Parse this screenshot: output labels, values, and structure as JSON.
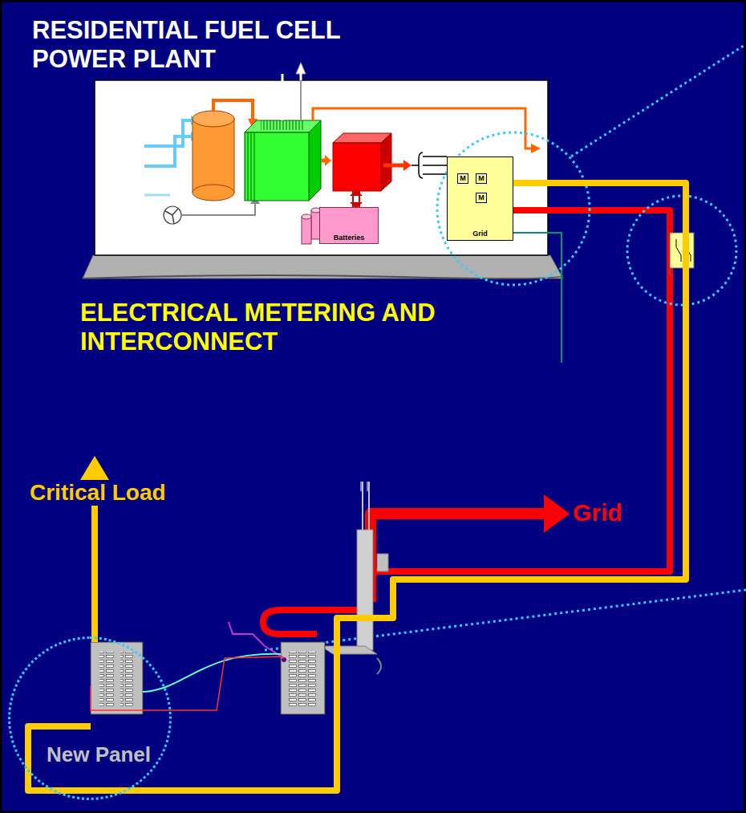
{
  "diagram": {
    "title": "RESIDENTIAL FUEL CELL POWER PLANT",
    "nodes": [
      {
        "text": [
          "Batteries"
        ]
      },
      {
        "text": [
          "Grid"
        ]
      },
      {
        "text": [
          "New Panel"
        ]
      }
    ],
    "edges": [
      {
        "from": 1,
        "to": 2,
        "arrow": "none"
      }
    ],
    "labels": [
      "M",
      "M",
      "M",
      "ELECTRICAL METERING AND INTERCONNECT",
      "Critical Load",
      "Grid"
    ]
  }
}
